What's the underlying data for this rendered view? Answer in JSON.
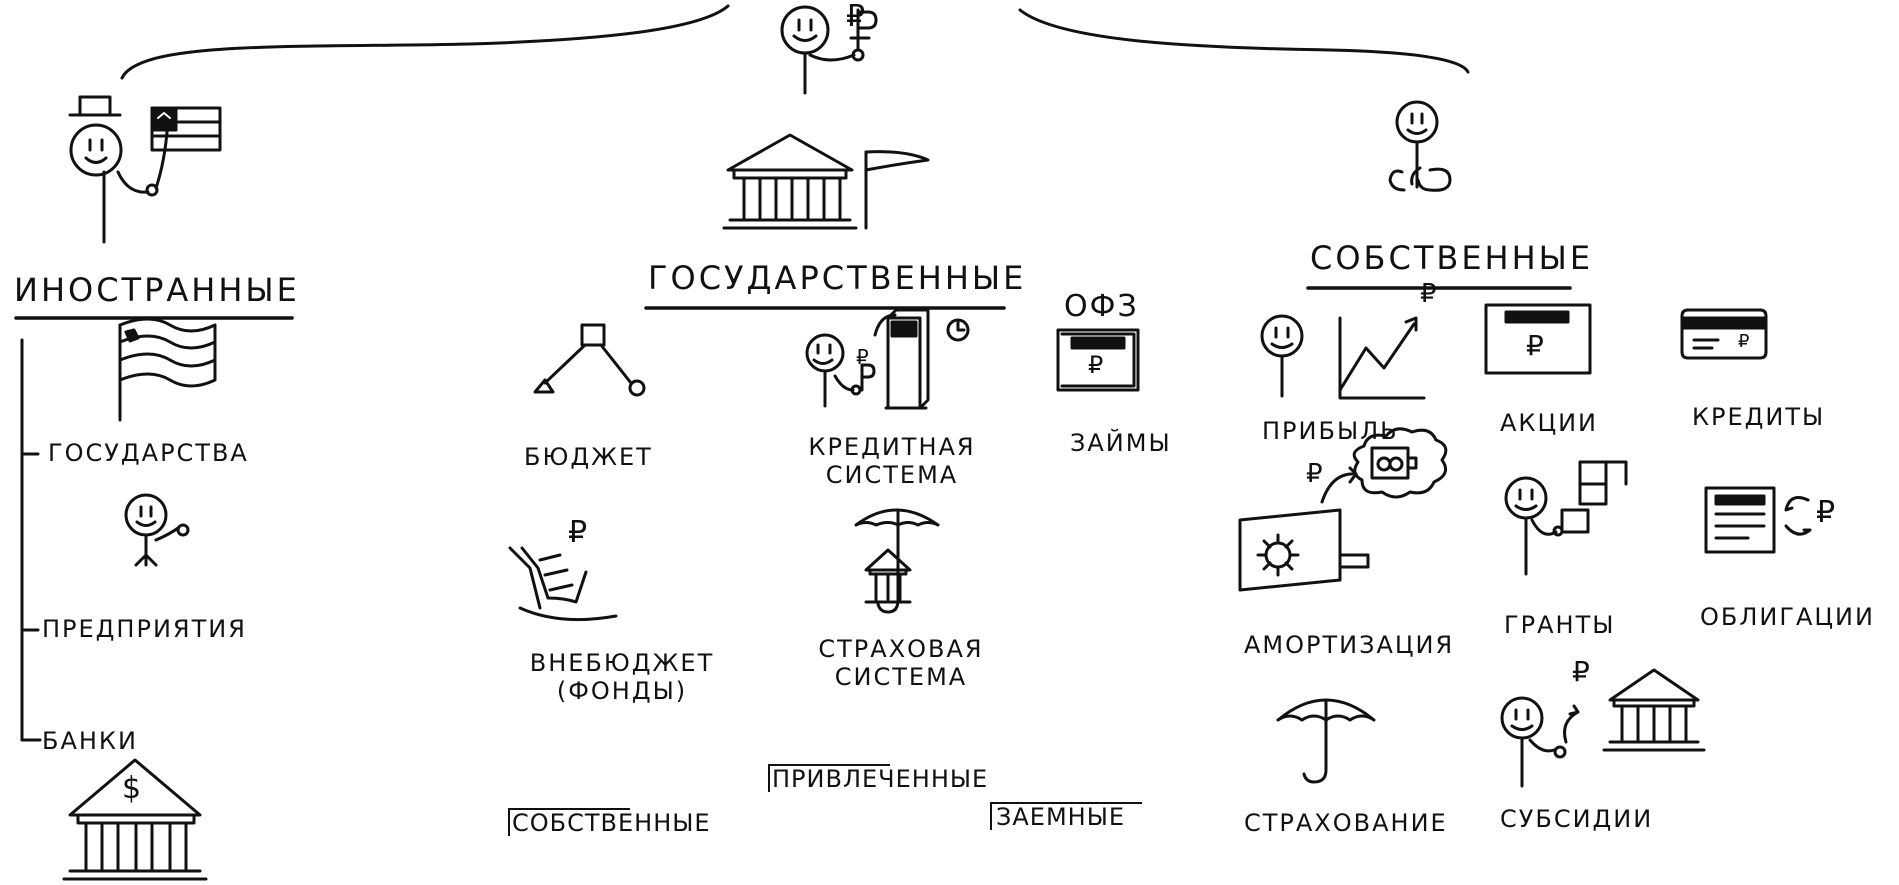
{
  "top_symbol": "₽",
  "sections": {
    "foreign": {
      "title": "ИНОСТРАННЫЕ",
      "items": [
        {
          "label": "ГОСУДАРСТВА"
        },
        {
          "label": "ПРЕДПРИЯТИЯ"
        },
        {
          "label": "БАНКИ",
          "symbol": "$"
        }
      ]
    },
    "state": {
      "title": "ГОСУДАРСТВЕННЫЕ",
      "items": [
        {
          "label": "БЮДЖЕТ"
        },
        {
          "label_line1": "КРЕДИТНАЯ",
          "label_line2": "СИСТЕМА",
          "symbol": "₽"
        },
        {
          "label": "ЗАЙМЫ",
          "caption": "ОФЗ",
          "symbol": "₽"
        },
        {
          "label_line1": "ВНЕБЮДЖЕТ",
          "label_line2": "(ФОНДЫ)",
          "symbol": "₽"
        },
        {
          "label_line1": "СТРАХОВАЯ",
          "label_line2": "СИСТЕМА"
        }
      ],
      "types": [
        "СОБСТВЕННЫЕ",
        "ПРИВЛЕЧЕННЫЕ",
        "ЗАЕМНЫЕ"
      ]
    },
    "own": {
      "title": "СОБСТВЕННЫЕ",
      "items": [
        {
          "label": "ПРИБЫЛЬ",
          "symbol": "₽"
        },
        {
          "label": "АКЦИИ",
          "symbol": "₽"
        },
        {
          "label": "КРЕДИТЫ",
          "symbol": "₽"
        },
        {
          "label": "АМОРТИЗАЦИЯ",
          "symbol": "₽"
        },
        {
          "label": "ГРАНТЫ"
        },
        {
          "label": "ОБЛИГАЦИИ",
          "symbol": "₽"
        },
        {
          "label": "СТРАХОВАНИЕ"
        },
        {
          "label": "СУБСИДИИ",
          "symbol": "₽"
        }
      ]
    }
  }
}
